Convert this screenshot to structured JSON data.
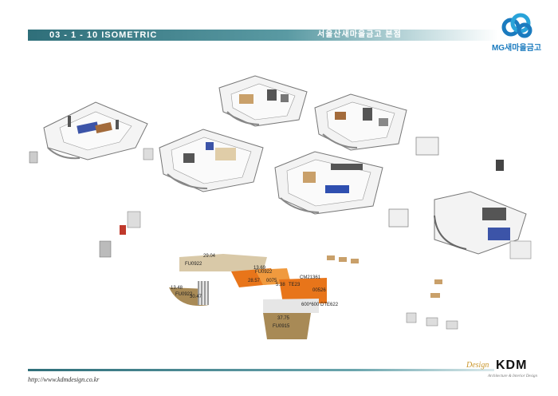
{
  "header": {
    "sheet_code": "03 - 1 - 10   ISOMETRIC",
    "project_name": "서울산새마을금고  본점"
  },
  "logo": {
    "text": "MG새마을금고",
    "icon": "mg-cloud-logo-icon",
    "color": "#1b7bbf"
  },
  "drawing_labels": {
    "l1": "29.04",
    "l2": "FU0922",
    "l3": "13.69",
    "l4": "FU0922",
    "l5": "CM21361",
    "l6": "28.57",
    "l7": "0075",
    "l8": "5.38",
    "l9": "TE23",
    "l10": "00526",
    "l11": "13.48",
    "l12": "FU0922",
    "l13": "30.47",
    "l14": "600*600 DTE622",
    "l15": "37.75",
    "l16": "FU0915"
  },
  "footer": {
    "url": "http://www.kdmdesign.co.kr",
    "brand_script": "Design",
    "brand_mark": "KDM",
    "brand_sub": "Architecture & Interior Design"
  },
  "colors": {
    "header_band": "#2f6f7a",
    "floor_orange": "#e8751a",
    "floor_wood": "#a88a56",
    "floor_beige": "#d9c9a8"
  }
}
